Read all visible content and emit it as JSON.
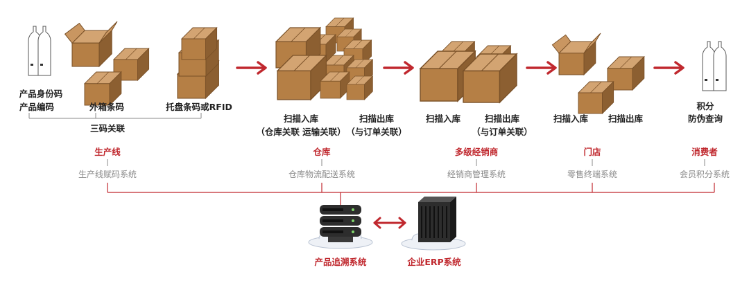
{
  "colors": {
    "accent": "#c0282e",
    "box": "#b57f45",
    "box_light": "#d3a472",
    "box_dark": "#8c5f31",
    "server": "#2d2d2d"
  },
  "stages": {
    "product": {
      "line1": "产品身份码",
      "line2": "产品编码"
    },
    "carton": "外箱条码",
    "pallet": "托盘条码或RFID",
    "joint": "三码关联",
    "wh_in": {
      "line1": "扫描入库",
      "line2": "（仓库关联 运输关联）"
    },
    "wh_out": {
      "line1": "扫描出库",
      "line2": "（与订单关联）"
    },
    "dist_in": "扫描入库",
    "dist_out": {
      "line1": "扫描出库",
      "line2": "（与订单关联）"
    },
    "store_in": "扫描入库",
    "store_out": "扫描出库",
    "consumer": {
      "line1": "积分",
      "line2": "防伪查询"
    }
  },
  "nodes": [
    {
      "name": "生产线",
      "system": "生产线赋码系统"
    },
    {
      "name": "仓库",
      "system": "仓库物流配送系统"
    },
    {
      "name": "多级经销商",
      "system": "经销商管理系统"
    },
    {
      "name": "门店",
      "system": "零售终端系统"
    },
    {
      "name": "消费者",
      "system": "会员积分系统"
    }
  ],
  "servers": {
    "trace": "产品追溯系统",
    "erp": "企业ERP系统"
  },
  "icons": [
    "bottle-icon",
    "box-icon",
    "arrow-right-icon",
    "server-icon",
    "cloud-icon",
    "double-arrow-icon"
  ]
}
